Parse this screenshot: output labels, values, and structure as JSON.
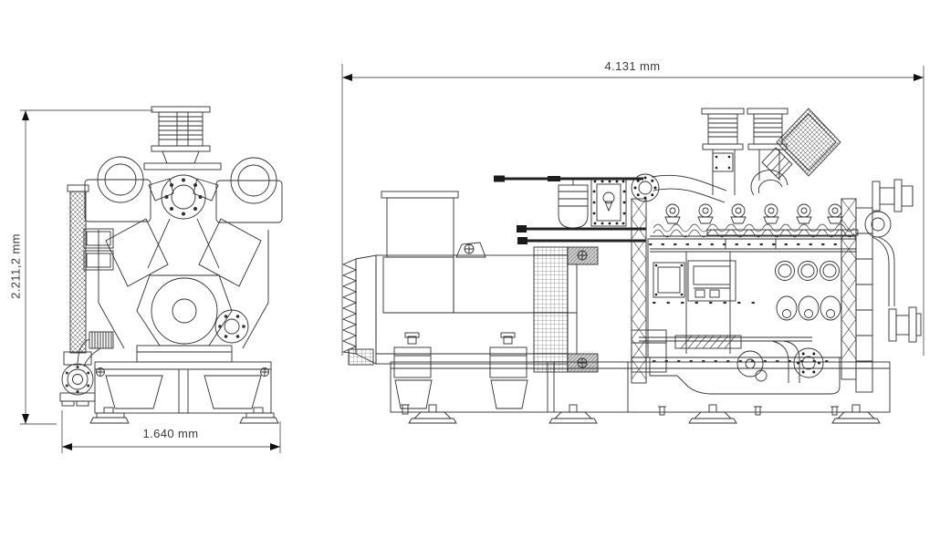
{
  "drawing": {
    "background_color": "#ffffff",
    "line_color": "#2f2f2f",
    "dim_line_color": "#5a5a5a",
    "text_color": "#3a3a3a"
  },
  "dimensions": {
    "length": "4.131 mm",
    "width": "1.640 mm",
    "height": "2.211,2 mm"
  }
}
